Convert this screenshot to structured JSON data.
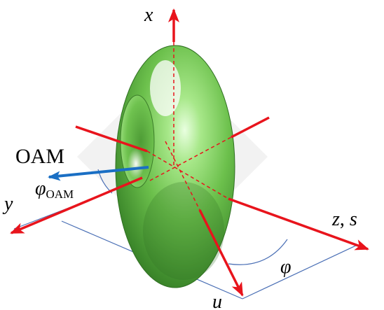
{
  "labels": {
    "x_axis": "x",
    "y_axis": "y",
    "z_axis_label": "z",
    "z_axis_sep": ", ",
    "s_axis_label": "s",
    "u_axis": "u",
    "oam": "OAM",
    "phi_symbol": "φ",
    "phi_oam_symbol": "φ",
    "phi_oam_subscript": "OAM"
  },
  "colors": {
    "axis_red": "#e8141c",
    "oam_arrow_blue": "#1a6fc4",
    "guide_blue": "#4a6fb5",
    "torus_green_light": "#b9f0a0",
    "torus_green_mid": "#6cc04c",
    "torus_green_dark": "#2f6f22",
    "label_black": "#000000"
  },
  "icons": {
    "torus": "green-torus-shape",
    "arrowheads": "red-arrowhead",
    "oam_arrow": "blue-arrow"
  }
}
